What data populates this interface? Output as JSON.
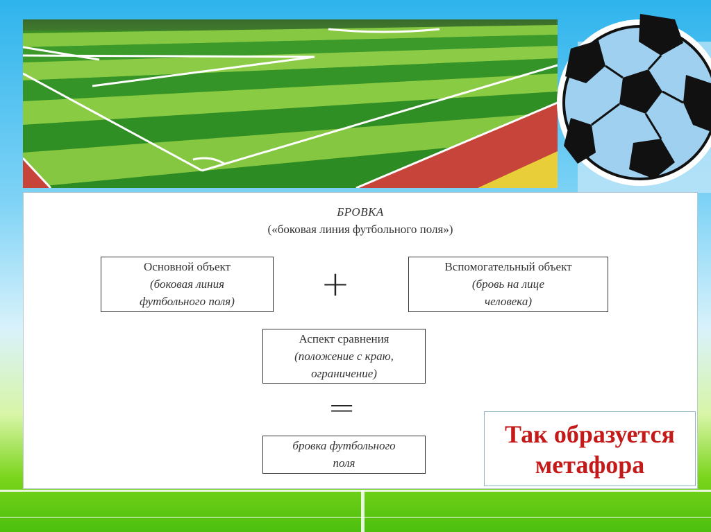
{
  "diagram": {
    "title": "БРОВКА",
    "subtitle": "(«боковая линия футбольного поля»)",
    "main_object": {
      "heading": "Основной объект",
      "detail_line1": "(боковая линия",
      "detail_line2": "футбольного поля)"
    },
    "plus_sign": "+",
    "aux_object": {
      "heading": "Вспомогательный объект",
      "detail_line1": "(бровь на лице",
      "detail_line2": "человека)"
    },
    "aspect": {
      "heading": "Аспект сравнения",
      "detail_line1": "(положение с краю,",
      "detail_line2": "ограничение)"
    },
    "equals_sign": "=",
    "result": {
      "line1": "бровка футбольного",
      "line2": "поля"
    }
  },
  "callout": {
    "line1": "Так образуется",
    "line2": "метафора"
  },
  "colors": {
    "callout_text": "#c41a1a",
    "grass_light": "#7cc63a",
    "grass_dark": "#2f8f22",
    "track": "#c7443b",
    "ball_panel": "#9fd0f0"
  },
  "icons": {
    "field_photo": "football-field-image",
    "ball": "soccer-ball-image"
  }
}
